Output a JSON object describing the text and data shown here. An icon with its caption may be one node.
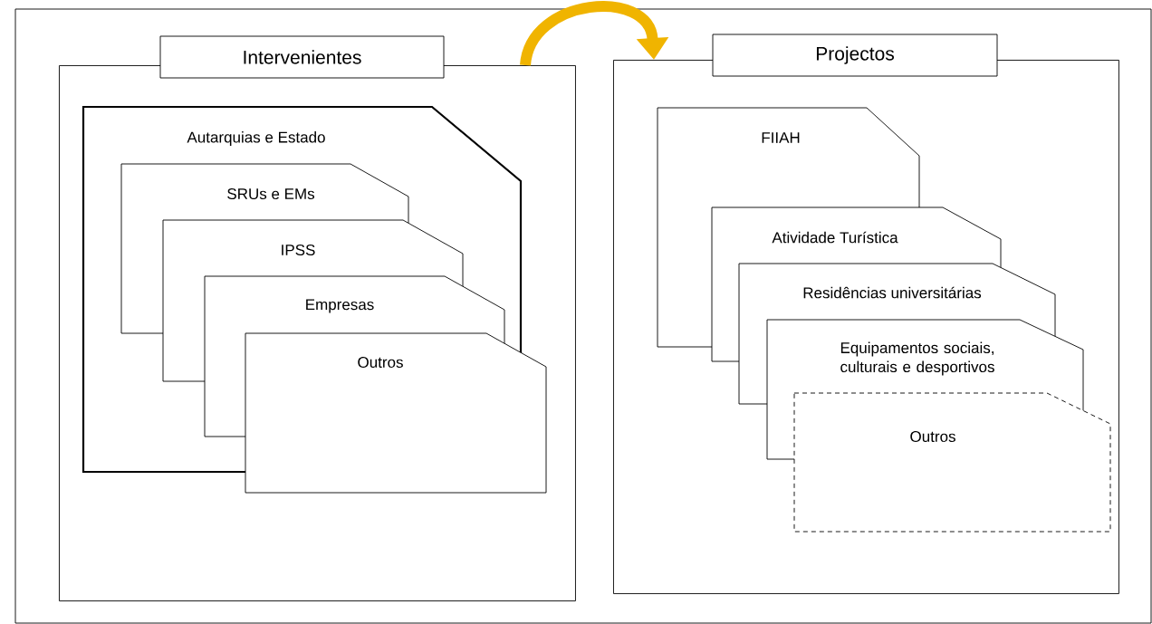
{
  "diagram": {
    "nodes": [
      {
        "text": [
          "Intervenientes"
        ]
      },
      {
        "text": [
          "Autarquias e Estado"
        ],
        "in": 0
      },
      {
        "text": [
          "SRUs e EMs"
        ],
        "in": 1
      },
      {
        "text": [
          "IPSS"
        ],
        "in": 1
      },
      {
        "text": [
          "Empresas"
        ],
        "in": 1
      },
      {
        "text": [
          "Outros"
        ],
        "in": 0
      },
      {
        "text": [
          "Projectos"
        ]
      },
      {
        "text": [
          "FIIAH"
        ],
        "in": 6
      },
      {
        "text": [
          "Atividade Turística"
        ],
        "in": 6
      },
      {
        "text": [
          "Residências universitárias"
        ],
        "in": 6
      },
      {
        "text": [
          "Equipamentos sociais, culturais e desportivos"
        ],
        "in": 6
      },
      {
        "text": [
          "Outros"
        ],
        "in": 6
      }
    ],
    "edges": [
      {
        "from": 0,
        "to": 6,
        "arrow": "to",
        "color": "#f0b400"
      }
    ]
  }
}
